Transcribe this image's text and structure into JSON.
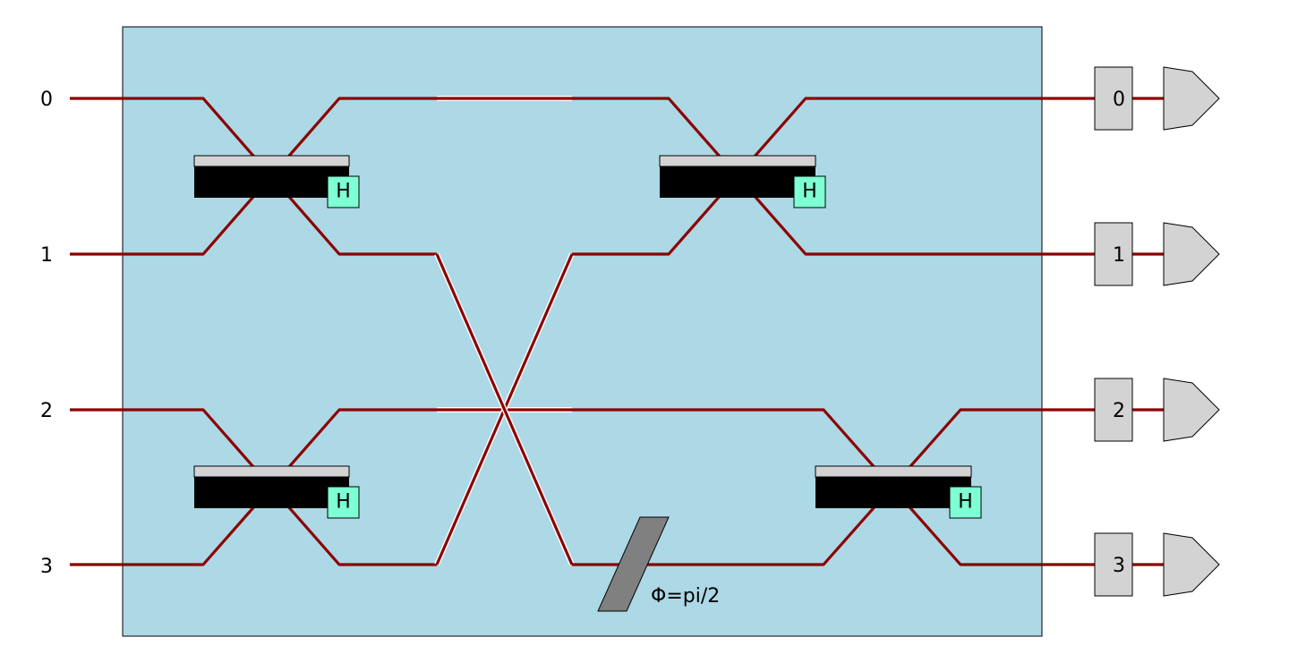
{
  "colors": {
    "background": "#ffffff",
    "circuit_box": "#add8e6",
    "waveguide": "#8b0000",
    "beam_splitter_body": "#000000",
    "beam_splitter_top": "#d3d3d3",
    "gate_badge": "#7fffd4",
    "phase_shifter": "#808080",
    "detector": "#d3d3d3"
  },
  "modes": [
    {
      "label": "0"
    },
    {
      "label": "1"
    },
    {
      "label": "2"
    },
    {
      "label": "3"
    }
  ],
  "beam_splitters": [
    {
      "label": "H",
      "modes": [
        "0",
        "1"
      ]
    },
    {
      "label": "H",
      "modes": [
        "2",
        "3"
      ]
    },
    {
      "label": "H",
      "modes": [
        "0",
        "1"
      ]
    },
    {
      "label": "H",
      "modes": [
        "2",
        "3"
      ]
    }
  ],
  "phase_shifter": {
    "label": "Φ=pi/2",
    "mode": "3"
  },
  "outputs": [
    {
      "label": "0"
    },
    {
      "label": "1"
    },
    {
      "label": "2"
    },
    {
      "label": "3"
    }
  ]
}
